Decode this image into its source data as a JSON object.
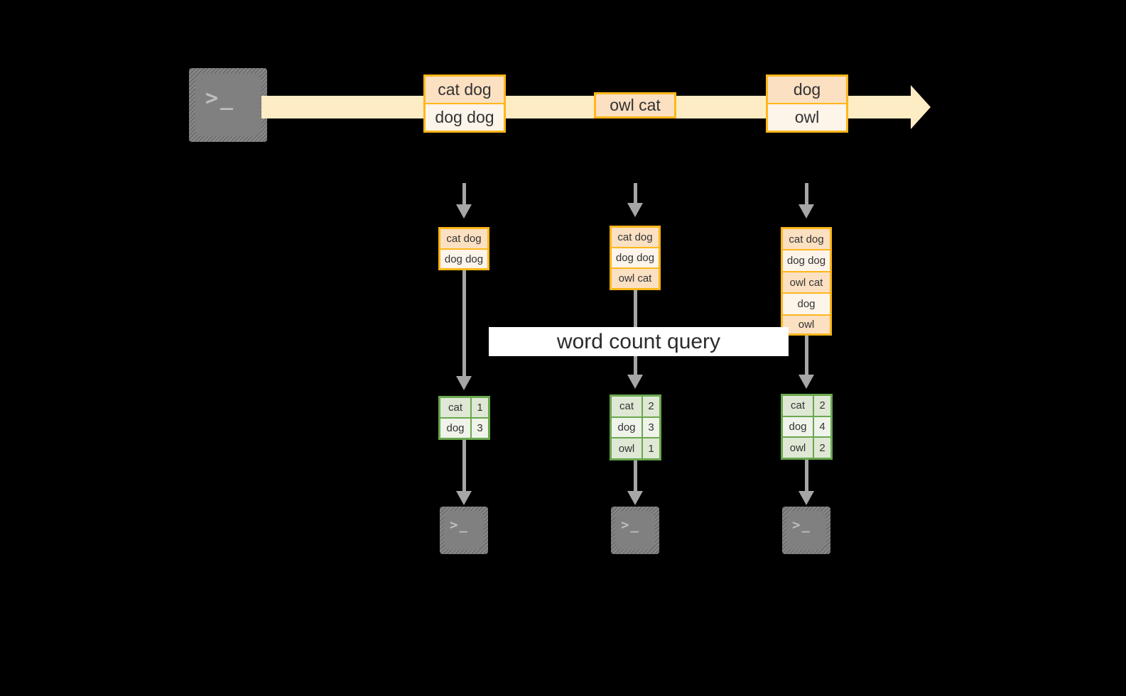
{
  "diagram": {
    "title_label": "word count query",
    "colors": {
      "background": "#000000",
      "stream_fill": "#fdecc4",
      "record_border": "#ffb71a",
      "record_fill_dark": "#fbe0c2",
      "record_fill_light": "#fdf4ea",
      "result_border": "#6aa84f",
      "result_fill_dark": "#dfe8d5",
      "result_fill_light": "#eff3ea",
      "connector": "#a6a6a6",
      "terminal_fill": "#808080",
      "label_band": "#ffffff"
    },
    "source": {
      "icon": "terminal-icon",
      "glyph": ">_"
    },
    "stream": {
      "arrow_direction": "right",
      "events": [
        {
          "lines": [
            {
              "text": "cat dog",
              "shade": "dark"
            },
            {
              "text": "dog dog",
              "shade": "light"
            }
          ]
        },
        {
          "lines": [
            {
              "text": "owl cat",
              "shade": "dark"
            }
          ]
        },
        {
          "lines": [
            {
              "text": "dog",
              "shade": "dark"
            },
            {
              "text": "owl",
              "shade": "light"
            }
          ]
        }
      ]
    },
    "snapshots": [
      {
        "records": [
          {
            "text": "cat dog",
            "shade": "dark"
          },
          {
            "text": "dog dog",
            "shade": "light"
          }
        ],
        "results": {
          "rows": [
            {
              "word": "cat",
              "count": "1",
              "shade": "dark"
            },
            {
              "word": "dog",
              "count": "3",
              "shade": "light"
            }
          ]
        },
        "sink": {
          "icon": "terminal-icon",
          "glyph": ">_"
        }
      },
      {
        "records": [
          {
            "text": "cat dog",
            "shade": "dark"
          },
          {
            "text": "dog dog",
            "shade": "light"
          },
          {
            "text": "owl cat",
            "shade": "dark"
          }
        ],
        "results": {
          "rows": [
            {
              "word": "cat",
              "count": "2",
              "shade": "dark"
            },
            {
              "word": "dog",
              "count": "3",
              "shade": "light"
            },
            {
              "word": "owl",
              "count": "1",
              "shade": "dark"
            }
          ]
        },
        "sink": {
          "icon": "terminal-icon",
          "glyph": ">_"
        }
      },
      {
        "records": [
          {
            "text": "cat dog",
            "shade": "dark"
          },
          {
            "text": "dog dog",
            "shade": "light"
          },
          {
            "text": "owl cat",
            "shade": "dark"
          },
          {
            "text": "dog",
            "shade": "light"
          },
          {
            "text": "owl",
            "shade": "dark"
          }
        ],
        "results": {
          "rows": [
            {
              "word": "cat",
              "count": "2",
              "shade": "dark"
            },
            {
              "word": "dog",
              "count": "4",
              "shade": "light"
            },
            {
              "word": "owl",
              "count": "2",
              "shade": "dark"
            }
          ]
        },
        "sink": {
          "icon": "terminal-icon",
          "glyph": ">_"
        }
      }
    ]
  }
}
